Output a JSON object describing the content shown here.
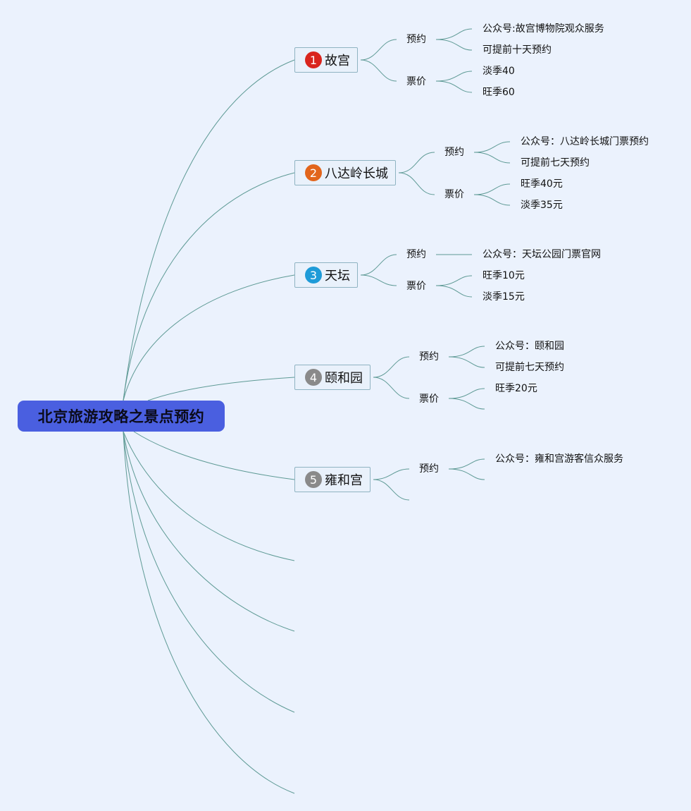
{
  "root": "北京旅游攻略之景点预约",
  "topics": [
    {
      "number": "1",
      "badge_color": "#d9251d",
      "name": "故宫",
      "reserve_label": "预约",
      "reserve_items": [
        "公众号:故宫博物院观众服务",
        "可提前十天预约"
      ],
      "price_label": "票价",
      "price_items": [
        "淡季40",
        "旺季60"
      ]
    },
    {
      "number": "2",
      "badge_color": "#e2651c",
      "name": "八达岭长城",
      "reserve_label": "预约",
      "reserve_items": [
        "公众号：八达岭长城门票预约",
        "可提前七天预约"
      ],
      "price_label": "票价",
      "price_items": [
        "旺季40元",
        "淡季35元"
      ]
    },
    {
      "number": "3",
      "badge_color": "#1e9bd8",
      "name": "天坛",
      "reserve_label": "预约",
      "reserve_items": [
        "公众号：天坛公园门票官网"
      ],
      "price_label": "票价",
      "price_items": [
        "旺季10元",
        "淡季15元"
      ]
    },
    {
      "number": "4",
      "badge_color": "#8a8a8a",
      "name": "颐和园",
      "reserve_label": "预约",
      "reserve_items": [
        "公众号：颐和园",
        "可提前七天预约"
      ],
      "price_label": "票价",
      "price_items": [
        "旺季20元",
        ""
      ]
    },
    {
      "number": "5",
      "badge_color": "#8a8a8a",
      "name": "雍和宫",
      "reserve_label": "预约",
      "reserve_items": [
        "公众号：雍和宫游客信众服务",
        ""
      ]
    }
  ],
  "colors": {
    "canvas": "#ebf2fd",
    "root_fill": "#4a5fe0",
    "connector": "#5e9a95",
    "topic_border": "#8fb3c2"
  }
}
